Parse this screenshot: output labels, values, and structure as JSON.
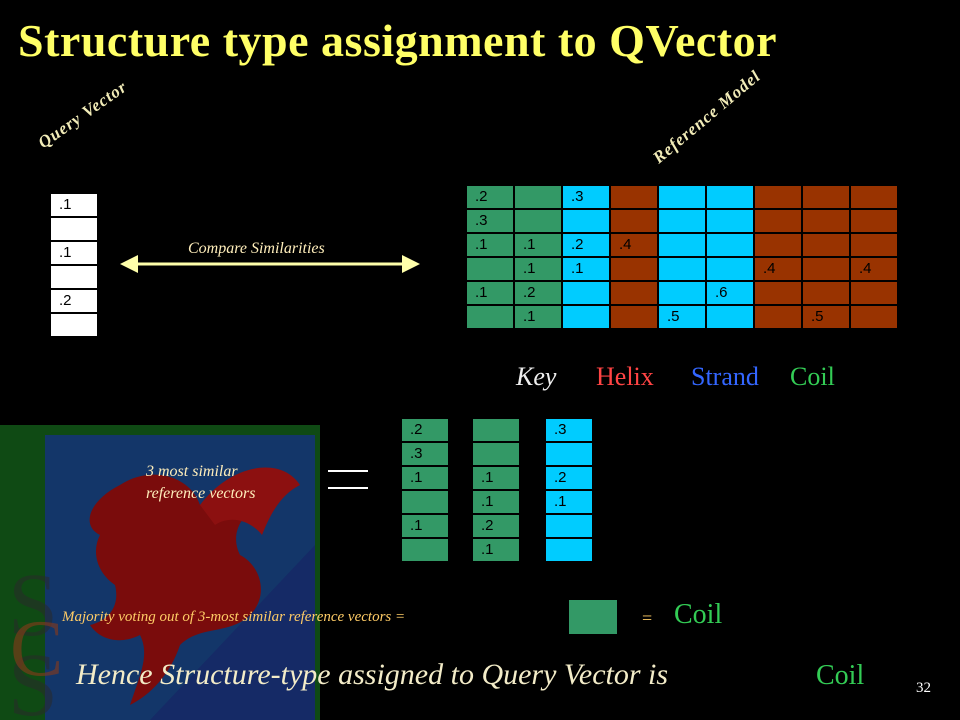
{
  "title": "Structure type assignment to QVector",
  "query_label": "Query Vector",
  "reference_label": "Reference Model",
  "compare_label": "Compare Similarities",
  "colors": {
    "helix": "#993300",
    "strand": "#00ccff",
    "coil": "#339966",
    "white": "#ffffff",
    "title": "#ffff66"
  },
  "query_vector": [
    ".1",
    "",
    ".1",
    "",
    ".2",
    ""
  ],
  "reference_model": {
    "types": [
      "coil",
      "coil",
      "strand",
      "helix",
      "strand",
      "strand",
      "helix",
      "helix",
      "helix"
    ],
    "rows": [
      [
        ".2",
        "",
        ".3",
        "",
        "",
        "",
        "",
        "",
        ""
      ],
      [
        ".3",
        "",
        "",
        "",
        "",
        "",
        "",
        "",
        ""
      ],
      [
        ".1",
        ".1",
        ".2",
        ".4",
        "",
        "",
        "",
        "",
        ""
      ],
      [
        "",
        ".1",
        ".1",
        "",
        "",
        "",
        ".4",
        "",
        ".4"
      ],
      [
        ".1",
        ".2",
        "",
        "",
        "",
        ".6",
        "",
        "",
        ""
      ],
      [
        "",
        ".1",
        "",
        "",
        ".5",
        "",
        "",
        ".5",
        ""
      ]
    ]
  },
  "key": {
    "label": "Key",
    "helix": "Helix",
    "strand": "Strand",
    "coil": "Coil"
  },
  "similar_label_line1": "3 most similar",
  "similar_label_line2": "reference vectors",
  "similar_vectors": [
    {
      "type": "coil",
      "values": [
        ".2",
        ".3",
        ".1",
        "",
        ".1",
        ""
      ]
    },
    {
      "type": "coil",
      "values": [
        "",
        "",
        ".1",
        ".1",
        ".2",
        ".1"
      ]
    },
    {
      "type": "strand",
      "values": [
        ".3",
        "",
        ".2",
        ".1",
        "",
        ""
      ]
    }
  ],
  "majority_label": "Majority voting out of 3-most similar reference vectors =",
  "majority_equals": "=",
  "majority_result": "Coil",
  "hence_text": "Hence Structure-type assigned to Query Vector is",
  "hence_result": "Coil",
  "page_number": "32"
}
